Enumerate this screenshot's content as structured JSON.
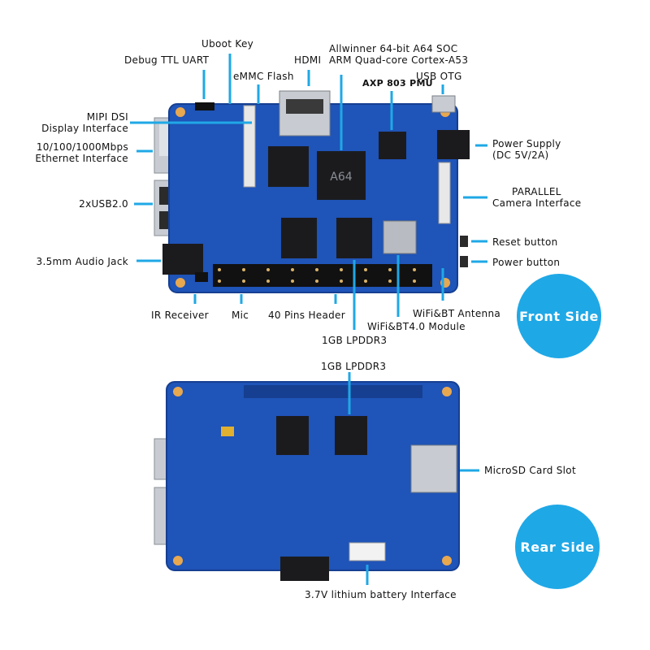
{
  "colors": {
    "pcb": "#1f54b8",
    "pcb_dark": "#163f91",
    "leader": "#1fa8e6",
    "badge": "#1fa8e6",
    "chip": "#1b1b1e",
    "metal": "#c8ccd2"
  },
  "front": {
    "labels": {
      "uart": "Debug TTL UART",
      "uboot": "Uboot Key",
      "emmc": "eMMC Flash",
      "hdmi": "HDMI",
      "soc_line1": "Allwinner 64-bit A64 SOC",
      "soc_line2": "ARM Quad-core Cortex-A53",
      "pmu": "AXP 803 PMU",
      "otg": "USB OTG",
      "mipi_line1": "MIPI DSI",
      "mipi_line2": "Display Interface",
      "eth_line1": "10/100/1000Mbps",
      "eth_line2": "Ethernet Interface",
      "power_line1": "Power Supply",
      "power_line2": "(DC 5V/2A)",
      "usb": "2xUSB2.0",
      "camera_line1": "PARALLEL",
      "camera_line2": "Camera Interface",
      "reset": "Reset button",
      "audio": "3.5mm Audio Jack",
      "power_btn": "Power button",
      "ir": "IR Receiver",
      "mic": "Mic",
      "header": "40 Pins Header",
      "antenna": "WiFi&BT Antenna",
      "wifi": "WiFi&BT4.0 Module",
      "ram": "1GB LPDDR3"
    },
    "badge": "Front Side"
  },
  "rear": {
    "labels": {
      "ram": "1GB LPDDR3",
      "microsd": "MicroSD Card Slot",
      "battery": "3.7V lithium battery Interface"
    },
    "badge": "Rear Side"
  }
}
